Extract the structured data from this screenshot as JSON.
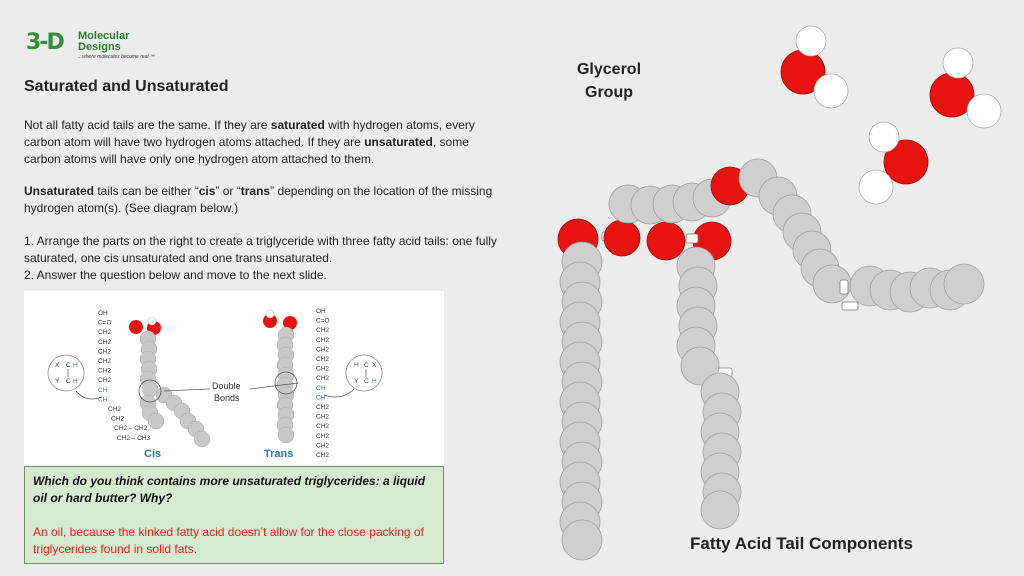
{
  "logo": {
    "mark": "3-D",
    "name_line1": "Molecular",
    "name_line2": "Designs",
    "tagline": "...where molecules become real ™"
  },
  "title": "Saturated and Unsaturated",
  "paragraph1": {
    "t1": "Not all fatty acid tails are the same. If they are ",
    "b1": "saturated",
    "t2": " with hydrogen atoms, every carbon atom will have two hydrogen atoms attached. If they are ",
    "b2": "unsaturated",
    "t3": ", some carbon atoms will have only one hydrogen atom attached to them."
  },
  "paragraph2": {
    "b1": "Unsaturated",
    "t1": "  tails can be either “",
    "b2": "cis",
    "t2": "” or “",
    "b3": "trans",
    "t3": "” depending on the location of the missing hydrogen atom(s). (See diagram below.)"
  },
  "instructions": [
    "1. Arrange the parts on the right to create a triglyceride with three fatty acid tails: one fully saturated, one cis unsaturated and one trans unsaturated.",
    "2. Answer the question below and move to the next slide."
  ],
  "diagram": {
    "cis_label": "Cis",
    "trans_label": "Trans",
    "double_bonds_label": "Double Bonds",
    "cis_formula": [
      "OH",
      "C=O",
      "CH2",
      "CH2",
      "CH2",
      "CH2",
      "CH2",
      "CH2",
      "CH",
      "CH",
      "CH2",
      "CH2",
      "CH2 – CH2",
      "CH2 – CH3"
    ],
    "trans_formula": [
      "OH",
      "C=O",
      "CH2",
      "CH2",
      "CH2",
      "CH2",
      "CH2",
      "CH2",
      "CH",
      "CH",
      "CH2",
      "CH2",
      "CH2",
      "CH2",
      "CH2",
      "CH2"
    ]
  },
  "question": {
    "text": "Which do you think contains more unsaturated triglycerides: a liquid oil or hard butter?  Why?",
    "answer": "An oil, because the kinked fatty acid doesn’t allow for the close packing of triglycerides found in solid fats."
  },
  "glycerol_label": "Glycerol Group",
  "fatty_acid_label": "Fatty Acid Tail Components",
  "colors": {
    "oxygen": "#e8130f",
    "hydrogen": "#ffffff",
    "carbon": "#cfcfcf",
    "answer_text": "#e2231a",
    "question_bg": "#d6ead1"
  }
}
